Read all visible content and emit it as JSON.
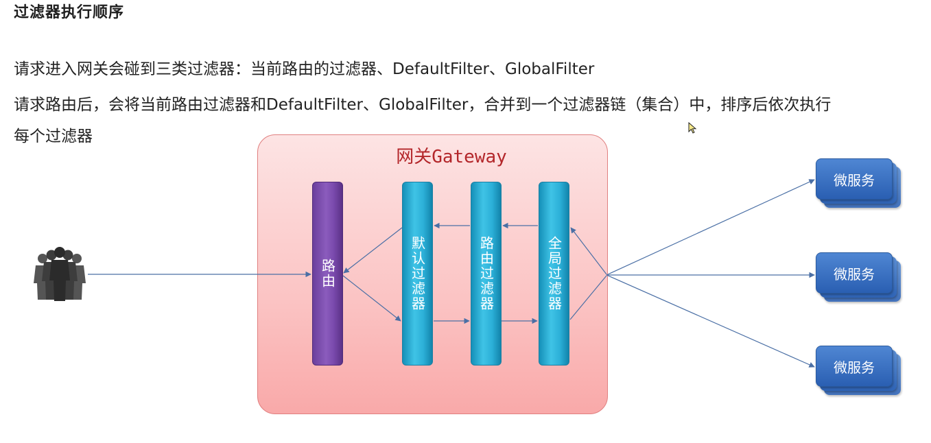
{
  "heading": "过滤器执行顺序",
  "paragraphs": {
    "line1": "请求进入网关会碰到三类过滤器：当前路由的过滤器、DefaultFilter、GlobalFilter",
    "line2a": "请求路由后，会将当前路由过滤器和DefaultFilter、GlobalFilter，合并到一个过滤器链（集合）中，排序后依次执行",
    "line2b": "每个过滤器"
  },
  "diagram": {
    "gateway_label": "网关Gateway",
    "route_label": "路由",
    "filters": [
      "默认过滤器",
      "路由过滤器",
      "全局过滤器"
    ],
    "services": [
      "微服务",
      "微服务",
      "微服务"
    ]
  },
  "icons": {
    "users": "users-icon",
    "cursor": "mouse-cursor-icon"
  },
  "colors": {
    "gateway_fill": "#fbc3c3",
    "gateway_text": "#b3262a",
    "route_pillar": "#7a4aad",
    "filter_pillar": "#2cb0d8",
    "service_box": "#2f64b6",
    "arrow": "#4a6fa5"
  }
}
